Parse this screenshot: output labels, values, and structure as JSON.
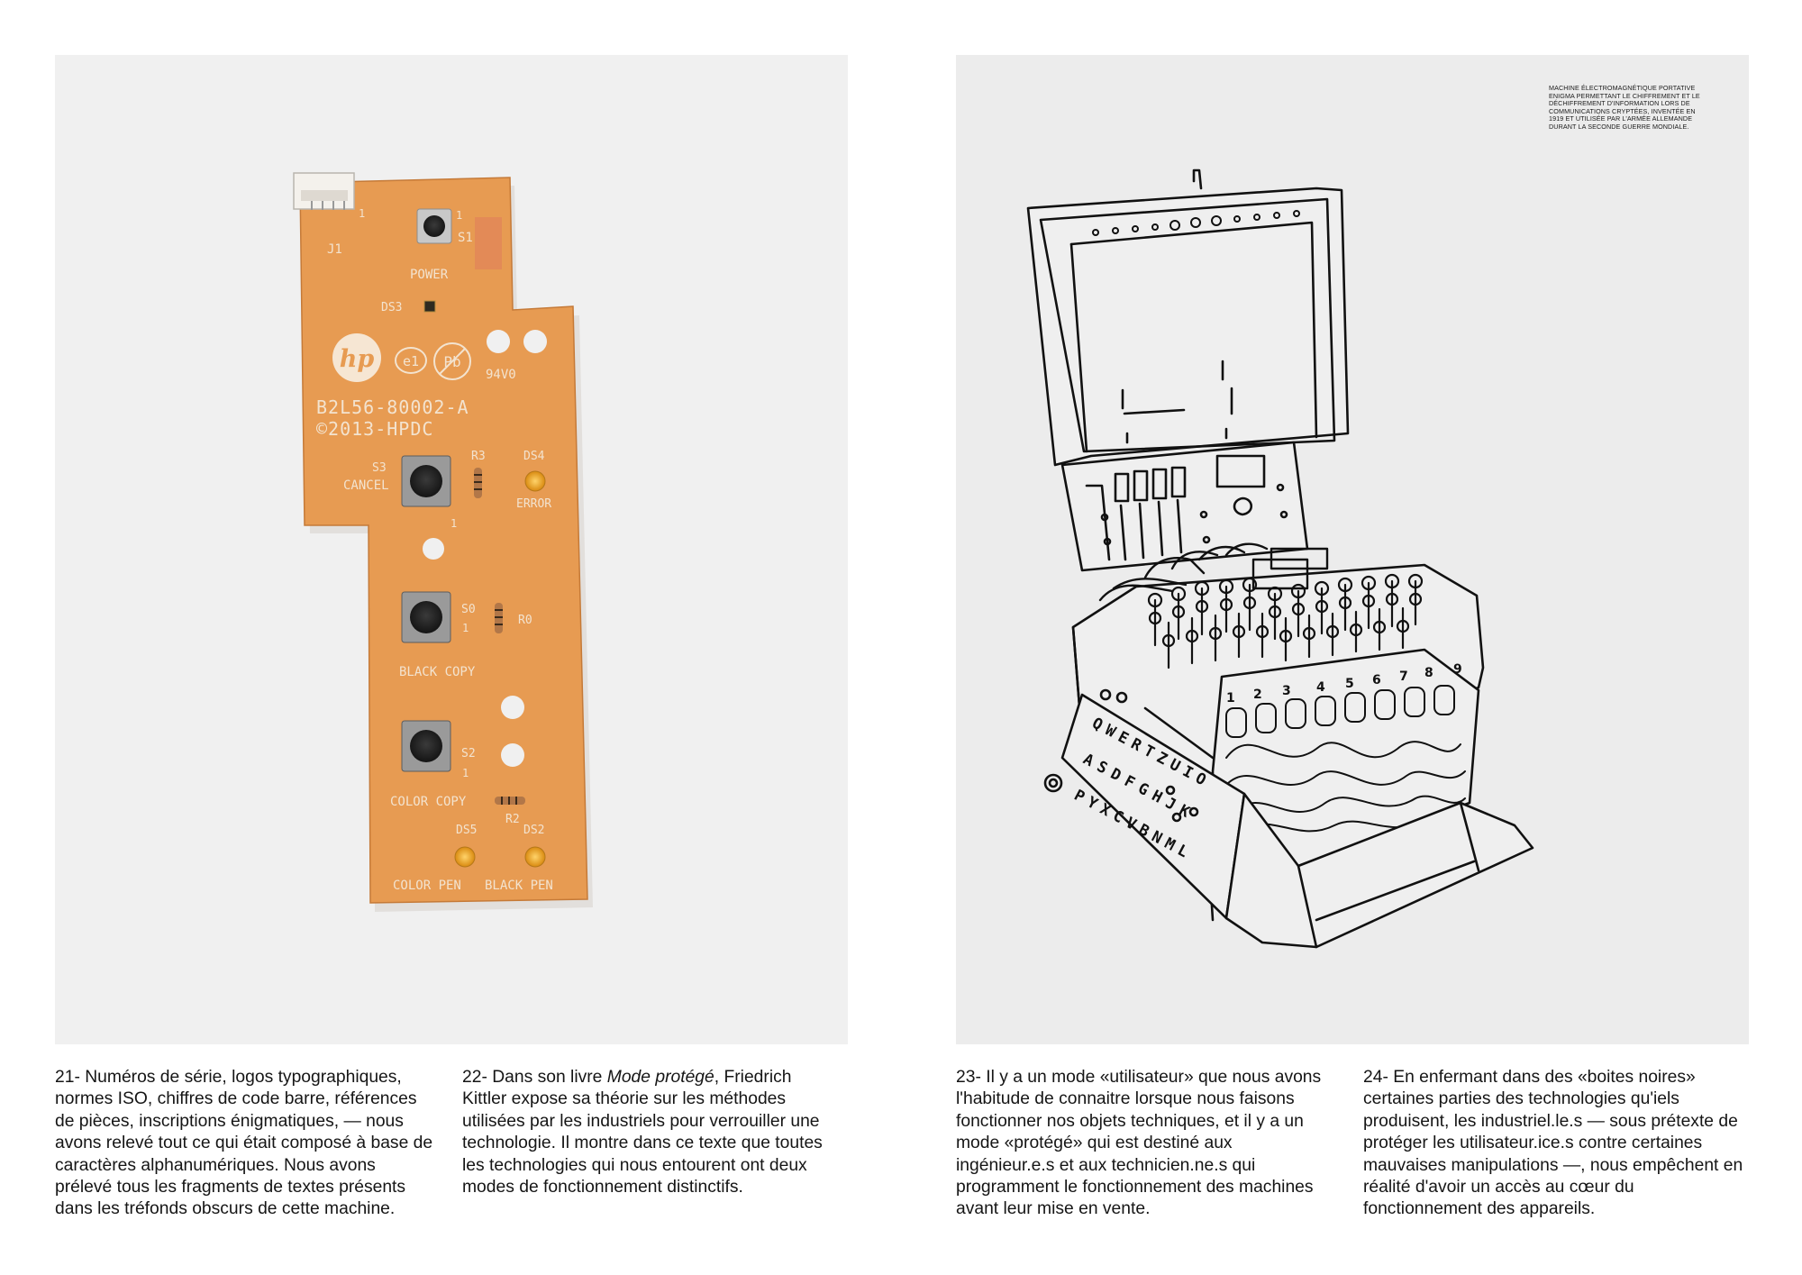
{
  "pcb": {
    "connector_label": "J1",
    "power_switch_label": "S1",
    "power_label": "POWER",
    "power_pin": "1",
    "led_ds3": "DS3",
    "brand_logo": "hp",
    "cert_e1": "e1",
    "cert_pb": "Pb",
    "rating": "94V0",
    "part_number": "B2L56-80002-A",
    "copyright": "©2013-HPDC",
    "r3": "R3",
    "ds4": "DS4",
    "s3": "S3",
    "cancel": "CANCEL",
    "error": "ERROR",
    "s3_pin": "1",
    "s0": "S0",
    "s0_pin": "1",
    "r0": "R0",
    "black_copy": "BLACK COPY",
    "s2": "S2",
    "s2_pin": "1",
    "color_copy": "COLOR COPY",
    "r2": "R2",
    "ds5": "DS5",
    "ds2": "DS2",
    "color_pen": "COLOR PEN",
    "black_pen": "BLACK PEN"
  },
  "enigma": {
    "caption": "Machine électromagnétique portative Enigma permettant le chiffrement et le déchiffrement d'information lors de communications cryptées, inventée en 1919 et utilisée par l'armée allemande durant la Seconde Guerre mondiale.",
    "keys_row1": "QWERTZUIO",
    "keys_row2": "ASDFGHJK",
    "keys_row3": "PYXCVBNML",
    "plug_numbers": [
      "1",
      "2",
      "3",
      "4",
      "5",
      "6",
      "7",
      "8",
      "9"
    ]
  },
  "notes": {
    "n21_num": "21-",
    "n21_text": "Numéros de série, logos typographiques, normes ISO, chiffres de code barre, références de pièces, inscriptions énigmatiques, — nous avons relevé tout ce qui était composé à base de caractères alphanumériques. Nous avons prélevé tous les fragments de textes présents dans les tréfonds obscurs de cette machine.",
    "n22_num": "22-",
    "n22_pre": "Dans son livre",
    "n22_title": "Mode protégé",
    "n22_text": ", Friedrich Kittler expose sa théorie sur les méthodes utilisées par les industriels pour verrouiller une technologie. Il montre dans ce texte que toutes les technologies qui nous entourent ont deux modes de fonctionnement distinctifs.",
    "n23_num": "23-",
    "n23_text": "Il y a un mode «utilisateur» que nous avons l'habitude de connaitre lorsque nous faisons fonctionner nos objets techniques, et il y a un mode «protégé» qui est destiné aux ingénieur.e.s et aux technicien.ne.s qui programment le fonctionnement des machines avant leur mise en vente.",
    "n24_num": "24-",
    "n24_text": "En enfermant dans des «boites noires» certaines parties des technologies qu'iels produisent, les industriel.le.s — sous prétexte de protéger les utilisateur.ice.s contre certaines mauvaises manipulations —, nous empêchent en réalité d'avoir un accès au cœur du fonctionnement des appareils."
  }
}
